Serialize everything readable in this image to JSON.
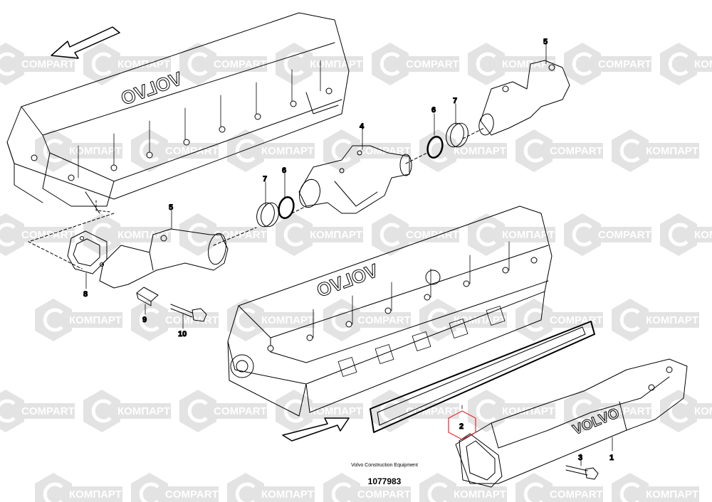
{
  "watermark": {
    "text_latin": "COMPART",
    "text_cyrillic": "КОМПАРТ",
    "color": "#e3e3e3"
  },
  "brand_lettering": "VOLVO",
  "callouts": [
    {
      "id": "1",
      "label": "1"
    },
    {
      "id": "2",
      "label": "2"
    },
    {
      "id": "3",
      "label": "3"
    },
    {
      "id": "4",
      "label": "4"
    },
    {
      "id": "5a",
      "label": "5"
    },
    {
      "id": "5b",
      "label": "5"
    },
    {
      "id": "6a",
      "label": "6"
    },
    {
      "id": "6b",
      "label": "6"
    },
    {
      "id": "7a",
      "label": "7"
    },
    {
      "id": "7b",
      "label": "7"
    },
    {
      "id": "8",
      "label": "8"
    },
    {
      "id": "9",
      "label": "9"
    },
    {
      "id": "10",
      "label": "10"
    }
  ],
  "caption": {
    "title": "Volvo Construction Equipment",
    "number": "1077983"
  },
  "colors": {
    "line": "#000000",
    "highlight": "#e8282e",
    "watermark": "#e3e3e3"
  }
}
